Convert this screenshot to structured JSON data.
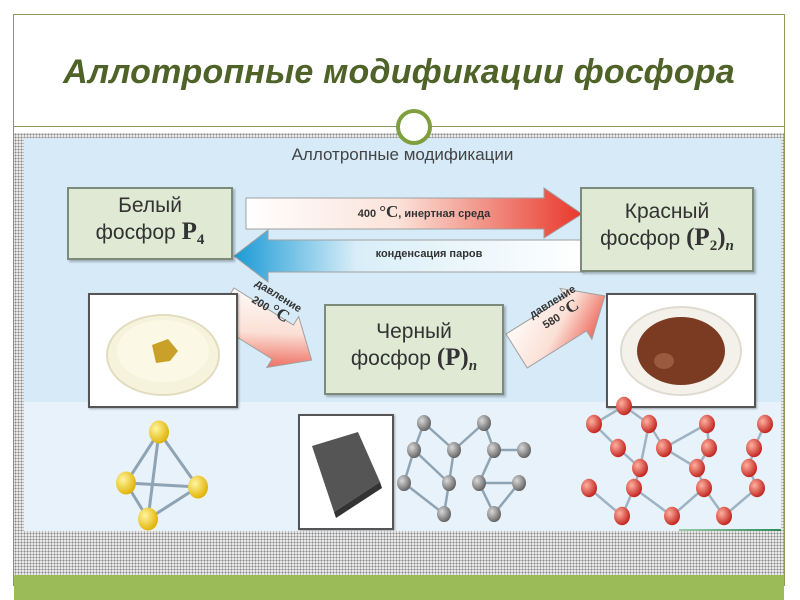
{
  "slide": {
    "title": "Аллотропные модификации фосфора"
  },
  "figure": {
    "heading": "Аллотропные модификации",
    "allotropes": {
      "white": {
        "name": "Белый",
        "word": "фосфор",
        "formula": "P",
        "subscript": "4",
        "photo": "white-phosphorus-in-dish"
      },
      "red": {
        "name": "Красный",
        "word": "фосфор",
        "formula": "(P",
        "subscript": "2",
        "formula_close": ")",
        "index": "n",
        "photo": "red-phosphorus-powder-bowl"
      },
      "black": {
        "name": "Черный",
        "word": "фосфор",
        "formula": "(P)",
        "index": "n",
        "photo": "black-phosphorus-block"
      }
    },
    "transitions": {
      "white_to_red": {
        "temp": "400",
        "unit": "°C",
        "rest": ", инертная среда"
      },
      "red_to_white": {
        "label": "конденсация паров"
      },
      "white_to_black": {
        "line1": "давление",
        "line2": "200",
        "unit": "°C"
      },
      "black_to_red": {
        "line1": "давление",
        "line2": "580",
        "unit": "°C"
      }
    },
    "structures": [
      "tetrahedron-P4-yellow",
      "black-phosphorus-layered-grey",
      "red-phosphorus-chain-red"
    ]
  },
  "colors": {
    "title": "#4f6228",
    "accent_green": "#9bbb59",
    "ring": "#7f9f3f",
    "box_fill": "#dfe9d3",
    "figure_bg": "#d6eaf8",
    "arrow_red": "#e8382a",
    "arrow_blue": "#1a9ad6",
    "atom_yellow": "#f2c500",
    "atom_grey": "#7a7a7a",
    "atom_red": "#d42a22"
  }
}
